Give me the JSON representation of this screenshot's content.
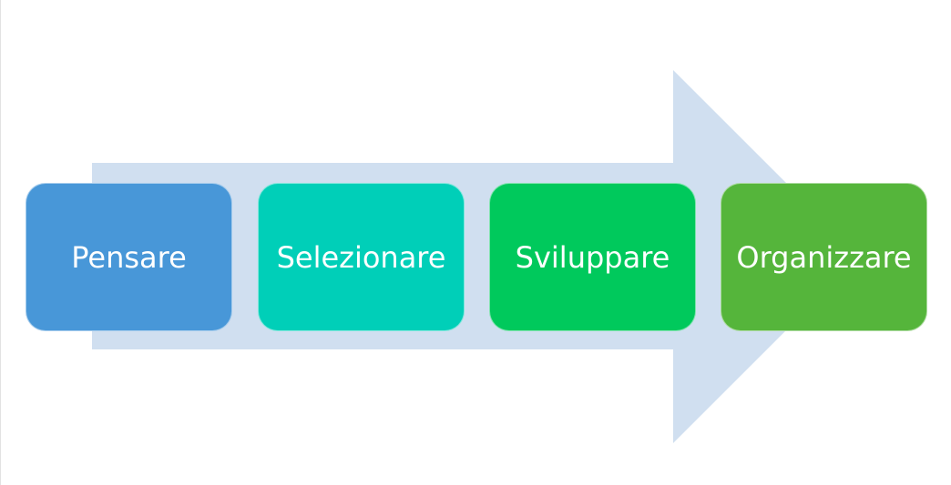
{
  "steps": [
    {
      "label": "Pensare",
      "color": "#4897d8"
    },
    {
      "label": "Selezionare",
      "color": "#00cfb8"
    },
    {
      "label": "Sviluppare",
      "color": "#00c95c"
    },
    {
      "label": "Organizzare",
      "color": "#55b53b"
    }
  ],
  "arrow_color": "#d0dff0"
}
